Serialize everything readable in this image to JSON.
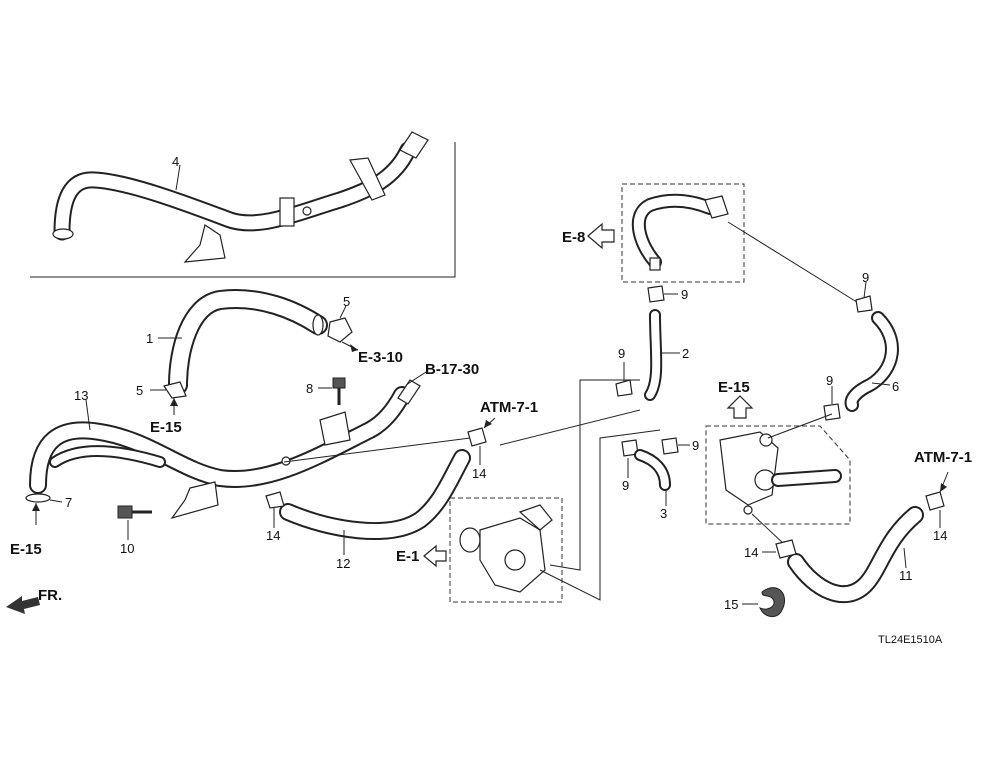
{
  "callouts": {
    "n1": "1",
    "n2": "2",
    "n3": "3",
    "n4": "4",
    "n5a": "5",
    "n5b": "5",
    "n6": "6",
    "n7": "7",
    "n8": "8",
    "n9a": "9",
    "n9b": "9",
    "n9c": "9",
    "n9d": "9",
    "n9e": "9",
    "n9f": "9",
    "n10": "10",
    "n11": "11",
    "n12": "12",
    "n13": "13",
    "n14a": "14",
    "n14b": "14",
    "n14c": "14",
    "n14d": "14",
    "n15": "15"
  },
  "references": {
    "e8": "E-8",
    "e310": "E-3-10",
    "b1730": "B-17-30",
    "e15a": "E-15",
    "e15b": "E-15",
    "e15c": "E-15",
    "atm71a": "ATM-7-1",
    "atm71b": "ATM-7-1",
    "e1": "E-1"
  },
  "front_marker": "FR.",
  "diagram_code": "TL24E1510A"
}
